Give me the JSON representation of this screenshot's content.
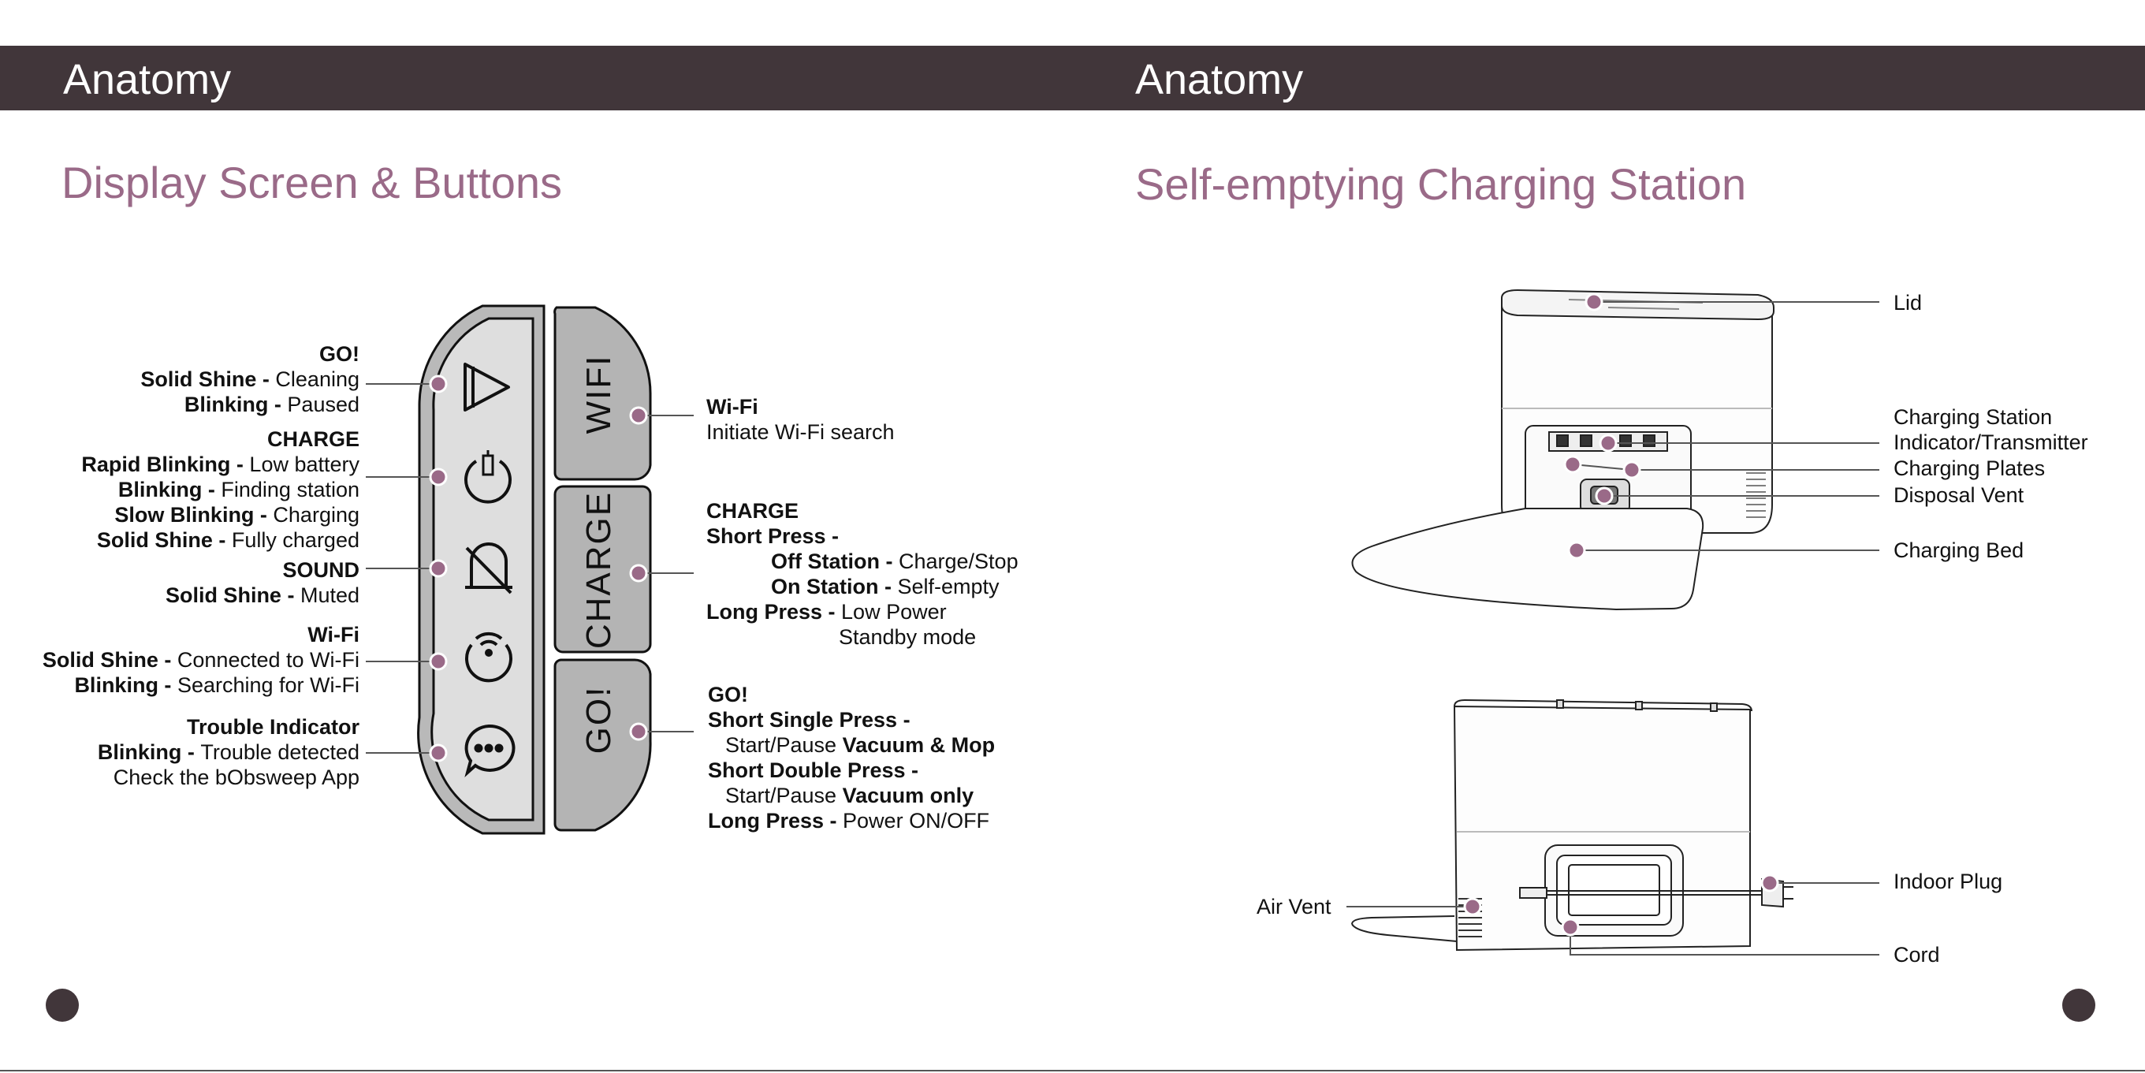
{
  "left_page": {
    "header": "Anatomy",
    "section_title": "Display Screen & Buttons",
    "go": {
      "heading": "GO!",
      "l1b": "Solid Shine - ",
      "l1": "Cleaning",
      "l2b": "Blinking - ",
      "l2": "Paused"
    },
    "charge": {
      "heading": "CHARGE",
      "l1b": "Rapid Blinking - ",
      "l1": "Low battery",
      "l2b": "Blinking - ",
      "l2": "Finding station",
      "l3b": "Slow Blinking - ",
      "l3": "Charging",
      "l4b": "Solid Shine - ",
      "l4": "Fully charged"
    },
    "sound": {
      "heading": "SOUND",
      "l1b": "Solid Shine - ",
      "l1": "Muted"
    },
    "wifi": {
      "heading": "Wi-Fi",
      "l1b": "Solid Shine - ",
      "l1": "Connected to Wi-Fi",
      "l2b": "Blinking - ",
      "l2": " Searching for Wi-Fi"
    },
    "trouble": {
      "heading": "Trouble Indicator",
      "l1b": "Blinking - ",
      "l1": " Trouble detected",
      "l2": "Check the bObsweep App"
    },
    "buttons": {
      "wifi": "WIFI",
      "charge": "CHARGE",
      "go": "GO!"
    },
    "btn_wifi": {
      "heading": "Wi-Fi",
      "l1": "Initiate Wi-Fi search"
    },
    "btn_charge": {
      "heading": "CHARGE",
      "l1b": "Short Press -",
      "l2b": "Off Station - ",
      "l2": "Charge/Stop",
      "l3b": "On Station - ",
      "l3": "Self-empty",
      "l4b": "Long Press - ",
      "l4": "Low Power",
      "l5": "Standby mode"
    },
    "btn_go": {
      "heading": "GO!",
      "l1b": "Short Single Press -",
      "l2": "Start/Pause ",
      "l2b": "Vacuum & Mop",
      "l3b": "Short Double Press -",
      "l4": "Start/Pause ",
      "l4b": "Vacuum only",
      "l5b": "Long Press - ",
      "l5": "Power ON/OFF"
    }
  },
  "right_page": {
    "header": "Anatomy",
    "section_title": "Self-emptying Charging Station",
    "labels": {
      "lid": "Lid",
      "indicator_1": "Charging Station",
      "indicator_2": "Indicator/Transmitter",
      "plates": "Charging Plates",
      "vent": "Disposal Vent",
      "bed": "Charging Bed",
      "air_vent": "Air Vent",
      "plug": "Indoor Plug",
      "cord": "Cord"
    }
  },
  "colors": {
    "header_bg": "#41363a",
    "accent": "#9a6a88",
    "callout_dot": "#9a6a88"
  }
}
